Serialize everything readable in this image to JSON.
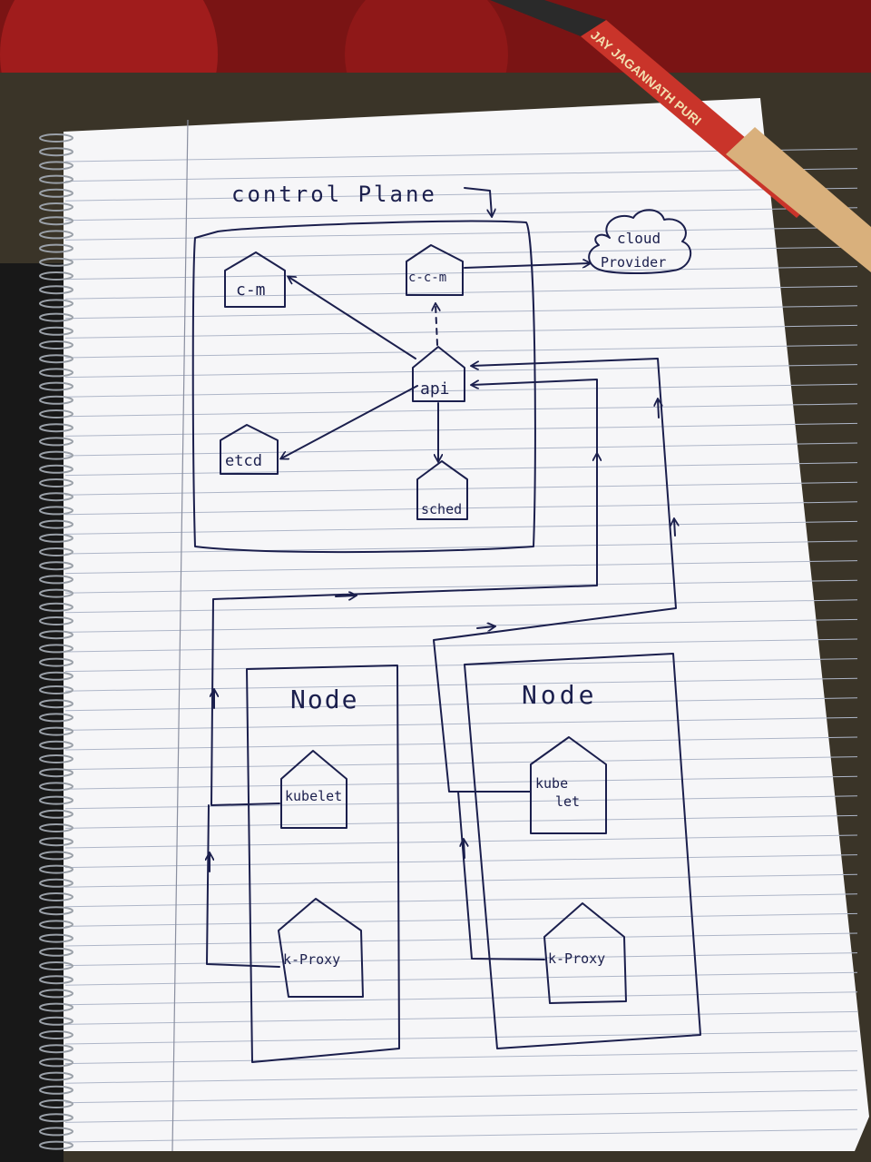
{
  "diagram": {
    "title": "control Plane",
    "control_plane": {
      "components": [
        {
          "id": "cm",
          "label": "c-m"
        },
        {
          "id": "ccm",
          "label": "c-c-m"
        },
        {
          "id": "api",
          "label": "api"
        },
        {
          "id": "etcd",
          "label": "etcd"
        },
        {
          "id": "sched",
          "label": "sched"
        }
      ]
    },
    "cloud": {
      "line1": "cloud",
      "line2": "Provider"
    },
    "nodes": [
      {
        "title": "Node",
        "kubelet": {
          "line1": "kubelet",
          "line2": ""
        },
        "kproxy": "k-Proxy"
      },
      {
        "title": "Node",
        "kubelet": {
          "line1": "kube",
          "line2": "let"
        },
        "kproxy": "k-Proxy"
      }
    ]
  },
  "props": {
    "pen_text": "JAY JAGANNATH PURI"
  },
  "colors": {
    "ink": "#1b1f4d",
    "paper": "#f6f6f8",
    "rule": "#aeb6c8",
    "margin": "#8a8fa0",
    "background": "#7a1414"
  }
}
